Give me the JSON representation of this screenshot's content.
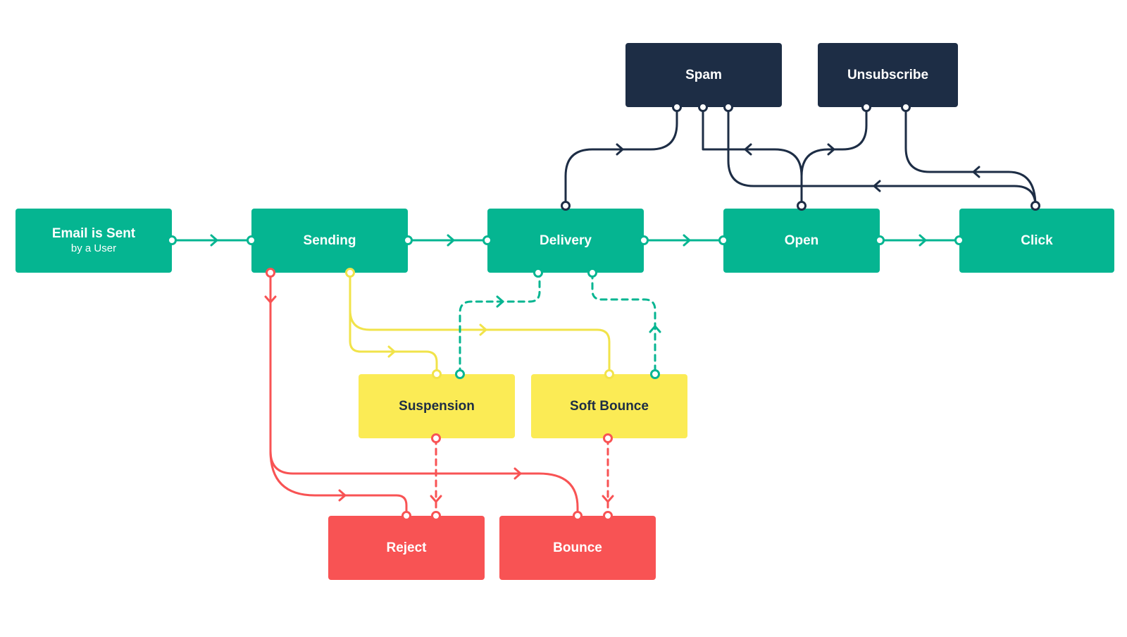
{
  "colors": {
    "green": "#05b591",
    "navy": "#1d2d45",
    "yellow": "#fbeb55",
    "yellow_line": "#f1e34a",
    "red": "#f85354",
    "background": "#ffffff"
  },
  "nodes": {
    "email_sent": {
      "title": "Email is Sent",
      "subtitle": "by a User"
    },
    "sending": {
      "title": "Sending"
    },
    "delivery": {
      "title": "Delivery"
    },
    "open": {
      "title": "Open"
    },
    "click": {
      "title": "Click"
    },
    "spam": {
      "title": "Spam"
    },
    "unsubscribe": {
      "title": "Unsubscribe"
    },
    "suspension": {
      "title": "Suspension"
    },
    "soft_bounce": {
      "title": "Soft Bounce"
    },
    "reject": {
      "title": "Reject"
    },
    "bounce": {
      "title": "Bounce"
    }
  },
  "edges": [
    {
      "from": "email_sent",
      "to": "sending",
      "style": "solid",
      "color": "green"
    },
    {
      "from": "sending",
      "to": "delivery",
      "style": "solid",
      "color": "green"
    },
    {
      "from": "delivery",
      "to": "open",
      "style": "solid",
      "color": "green"
    },
    {
      "from": "open",
      "to": "click",
      "style": "solid",
      "color": "green"
    },
    {
      "from": "delivery",
      "to": "spam",
      "style": "solid",
      "color": "navy"
    },
    {
      "from": "open",
      "to": "spam",
      "style": "solid",
      "color": "navy"
    },
    {
      "from": "click",
      "to": "spam",
      "style": "solid",
      "color": "navy"
    },
    {
      "from": "open",
      "to": "unsubscribe",
      "style": "solid",
      "color": "navy"
    },
    {
      "from": "click",
      "to": "unsubscribe",
      "style": "solid",
      "color": "navy"
    },
    {
      "from": "sending",
      "to": "suspension",
      "style": "solid",
      "color": "yellow"
    },
    {
      "from": "sending",
      "to": "soft_bounce",
      "style": "solid",
      "color": "yellow"
    },
    {
      "from": "suspension",
      "to": "delivery",
      "style": "dashed",
      "color": "green"
    },
    {
      "from": "delivery",
      "to": "soft_bounce",
      "style": "dashed",
      "color": "green"
    },
    {
      "from": "sending",
      "to": "reject",
      "style": "solid",
      "color": "red"
    },
    {
      "from": "sending",
      "to": "bounce",
      "style": "solid",
      "color": "red"
    },
    {
      "from": "suspension",
      "to": "reject",
      "style": "dashed",
      "color": "red"
    },
    {
      "from": "soft_bounce",
      "to": "bounce",
      "style": "dashed",
      "color": "red"
    }
  ]
}
